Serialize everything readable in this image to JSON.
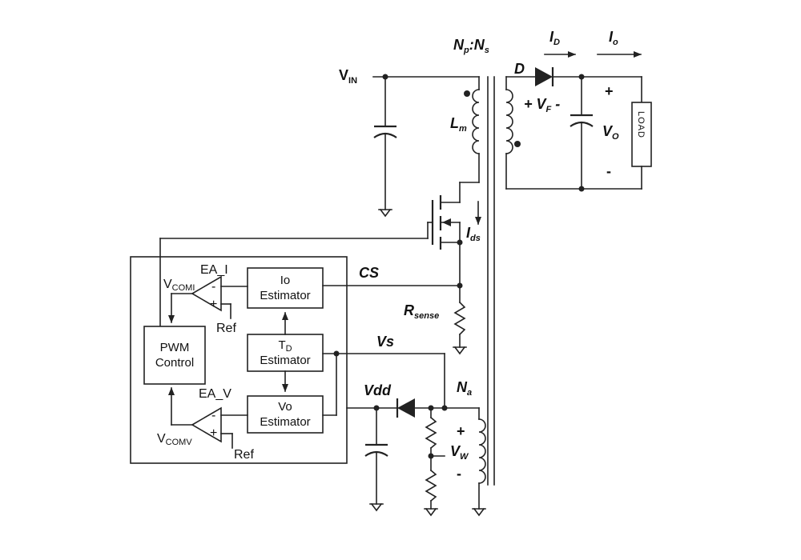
{
  "labels": {
    "vin_main": "V",
    "vin_sub": "IN",
    "turns_ratio_np": "N",
    "turns_ratio_p": "p",
    "turns_ratio_colon": ":N",
    "turns_ratio_s": "s",
    "id_main": "I",
    "id_sub": "D",
    "io_main": "I",
    "io_sub": "o",
    "diode": "D",
    "vf_plus": "+ V",
    "vf_sub": "F",
    "vf_minus": " -",
    "vo_plus": "+",
    "vo_main": "V",
    "vo_sub": "O",
    "vo_minus": "-",
    "load": "LOAD",
    "lm_main": "L",
    "lm_sub": "m",
    "ids_main": "I",
    "ids_sub": "ds",
    "cs": "CS",
    "rsense_main": "R",
    "rsense_sub": "sense",
    "vs": "Vs",
    "vdd": "Vdd",
    "na_main": "N",
    "na_sub": "a",
    "vw_plus": "+",
    "vw_main": "V",
    "vw_sub": "W",
    "vw_minus": "-"
  },
  "controller": {
    "ea_i": "EA_I",
    "ea_v": "EA_V",
    "vcomi_main": "V",
    "vcomi_sub": "COMI",
    "vcomv_main": "V",
    "vcomv_sub": "COMV",
    "ref_top": "Ref",
    "ref_bottom": "Ref",
    "pwm_line1": "PWM",
    "pwm_line2": "Control",
    "io_est_line1": "Io",
    "io_est_line2": "Estimator",
    "td_est_main": "T",
    "td_est_sub": "D",
    "td_est_line2": "Estimator",
    "vo_est_line1": "Vo",
    "vo_est_line2": "Estimator",
    "minus": "-",
    "plus": "+"
  }
}
